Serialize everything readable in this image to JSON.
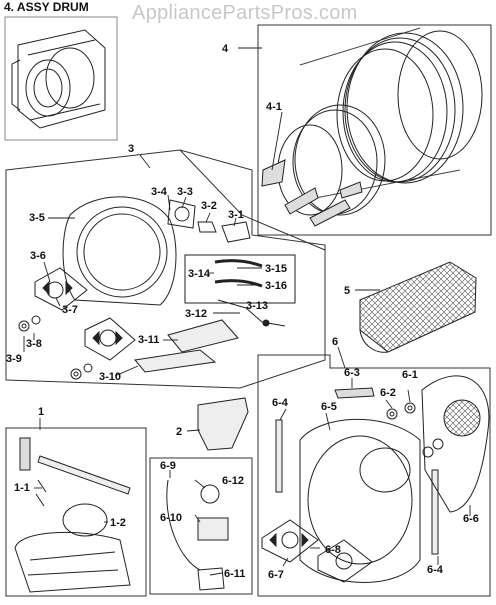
{
  "title": "4. ASSY DRUM",
  "watermark": "AppliancePartsPros.com",
  "callouts": [
    "1",
    "1-1",
    "1-2",
    "2",
    "3",
    "3-1",
    "3-2",
    "3-3",
    "3-4",
    "3-5",
    "3-6",
    "3-7",
    "3-8",
    "3-9",
    "3-10",
    "3-11",
    "3-12",
    "3-13",
    "3-14",
    "3-15",
    "3-16",
    "4",
    "4-1",
    "5",
    "6",
    "6-1",
    "6-2",
    "6-3",
    "6-4",
    "6-5",
    "6-6",
    "6-7",
    "6-8",
    "6-9",
    "6-10",
    "6-11",
    "6-12"
  ]
}
